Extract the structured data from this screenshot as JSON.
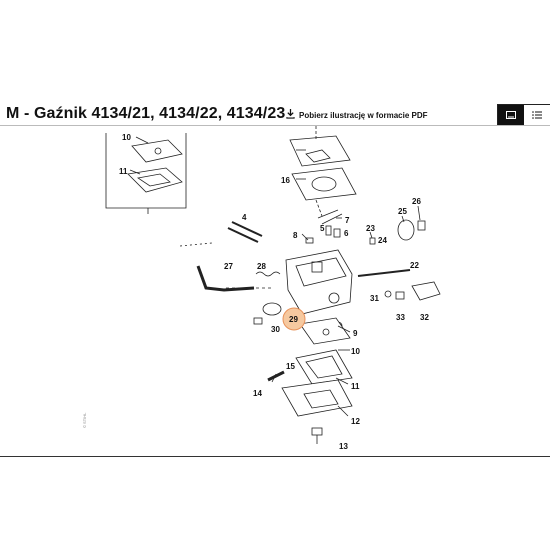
{
  "header": {
    "title": "M - Gaźnik 4134/21, 4134/22, 4134/23",
    "pdf_label": "Pobierz ilustrację w formacie PDF",
    "icons": {
      "download": "download-icon",
      "image_view": "image-view-icon",
      "list_view": "list-view-icon"
    }
  },
  "diagram": {
    "part_labels": [
      "10",
      "11",
      "7",
      "16",
      "26",
      "25",
      "23",
      "24",
      "5",
      "6",
      "8",
      "4",
      "27",
      "28",
      "22",
      "31",
      "33",
      "32",
      "29",
      "30",
      "9",
      "10",
      "15",
      "11",
      "14",
      "12",
      "13"
    ],
    "highlighted_part": "29",
    "highlight_color": "#f6c9a0",
    "copyright": "© STIHL"
  }
}
